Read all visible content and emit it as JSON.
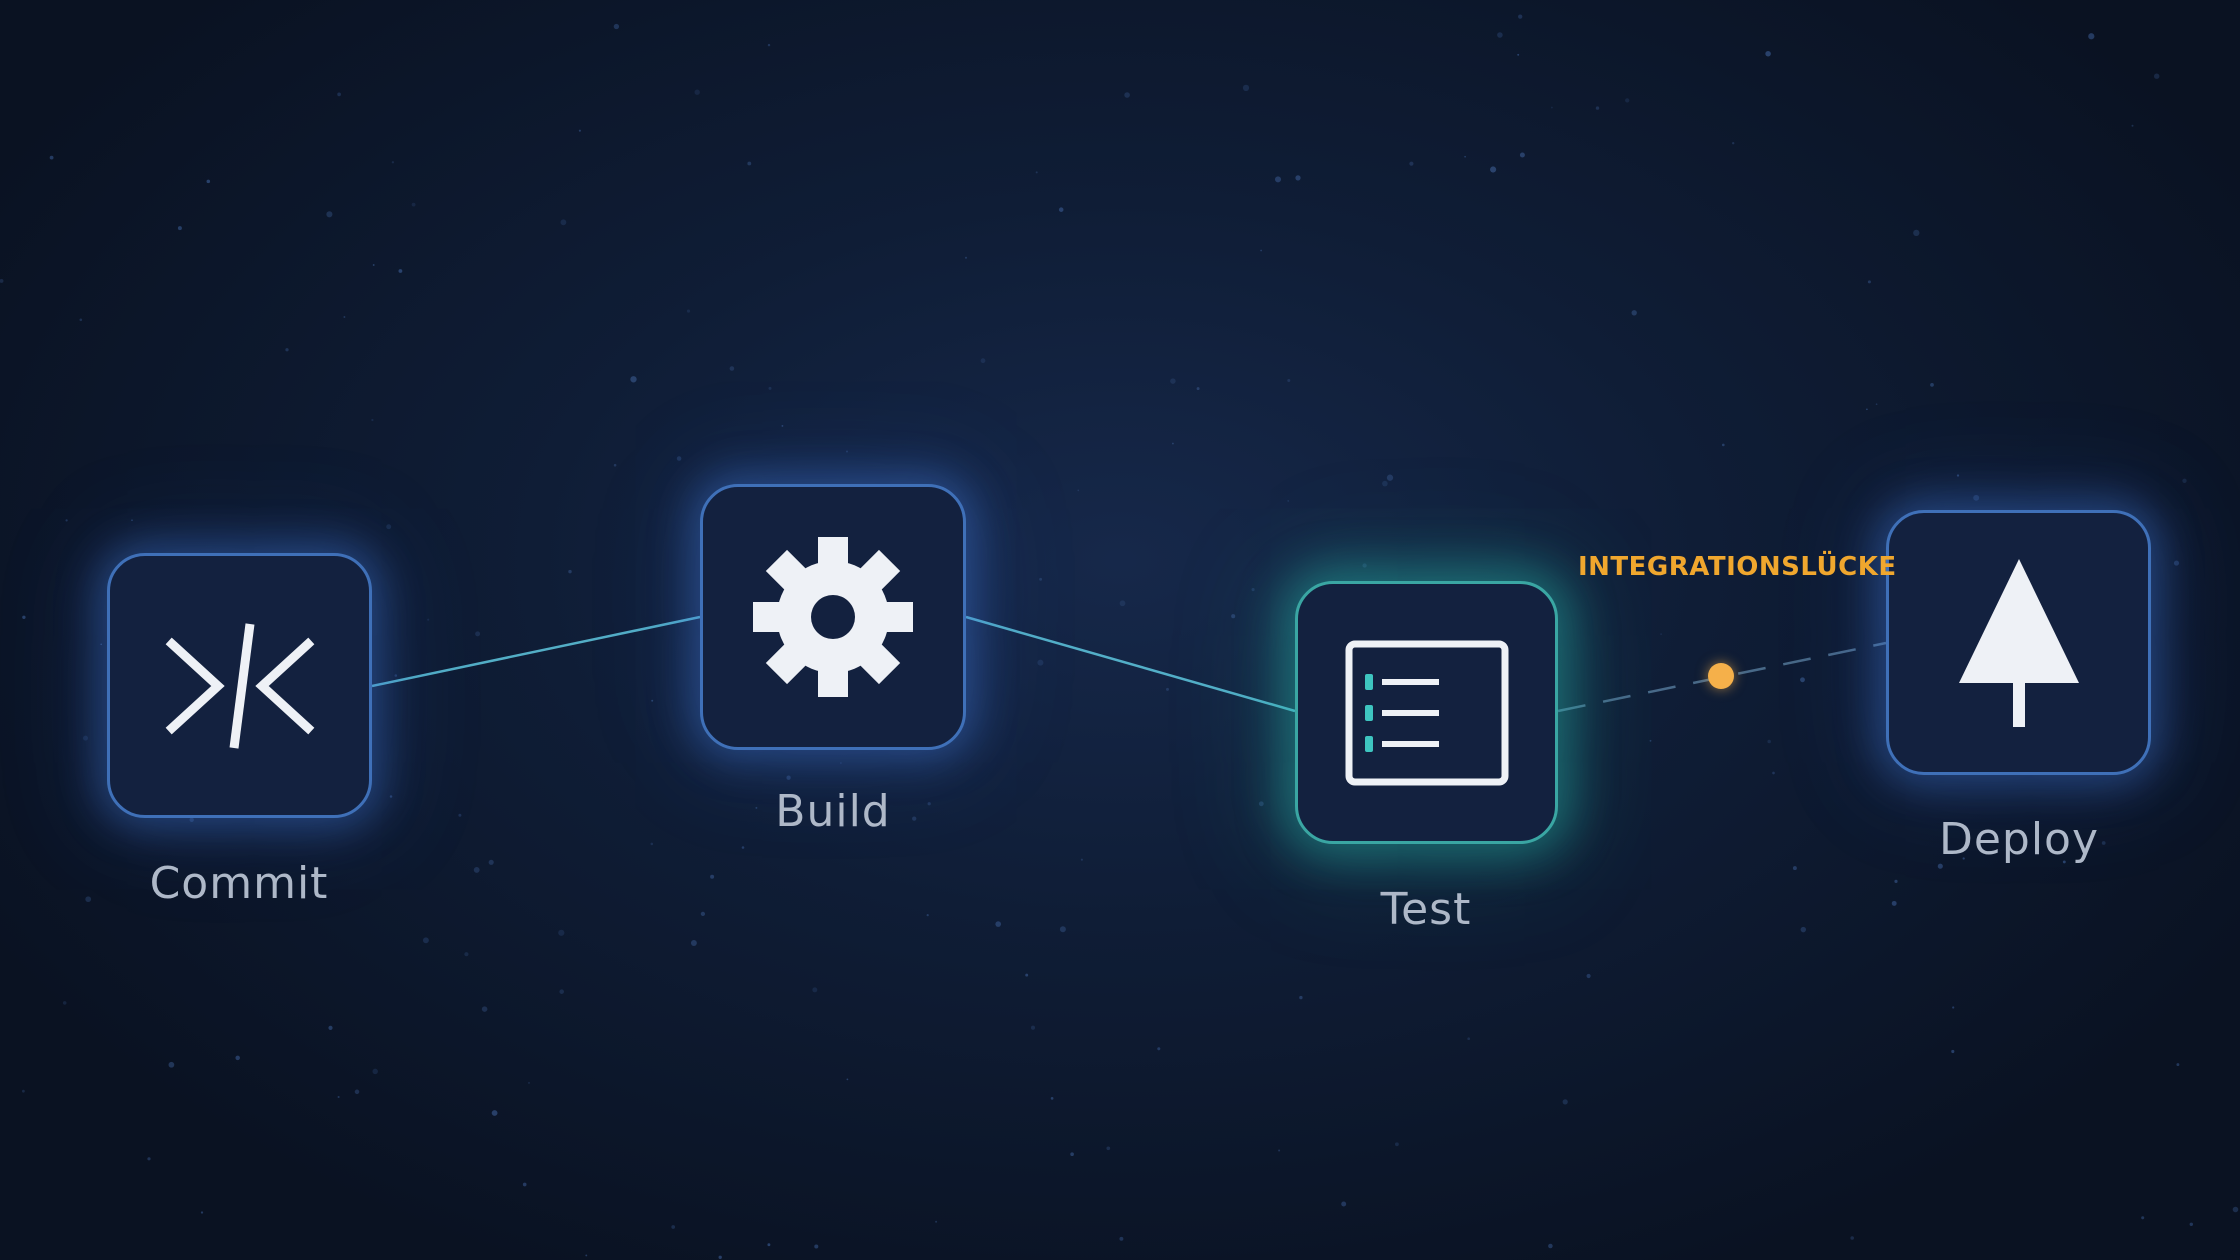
{
  "pipeline": {
    "stages": [
      {
        "id": "commit",
        "label": "Commit",
        "icon": "code-merge-icon"
      },
      {
        "id": "build",
        "label": "Build",
        "icon": "gear-icon"
      },
      {
        "id": "test",
        "label": "Test",
        "icon": "checklist-icon",
        "state": "active"
      },
      {
        "id": "deploy",
        "label": "Deploy",
        "icon": "tree-icon"
      }
    ],
    "gap_label": "INTEGRATIONSLÜCKE"
  },
  "colors": {
    "node_fill": "#13213f",
    "node_border": "#3f70b8",
    "active_border": "#3aa6a3",
    "connector": "#5fc8e0",
    "gap_accent": "#f0a72e",
    "label_text": "#aeb8c8",
    "icon_fill": "#eef1f6",
    "test_bullet": "#3ec5c0"
  }
}
